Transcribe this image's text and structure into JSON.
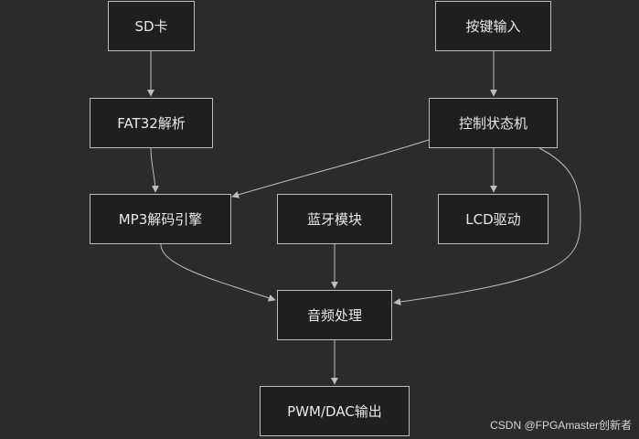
{
  "nodes": {
    "sd": "SD卡",
    "key": "按键输入",
    "fat": "FAT32解析",
    "ctrl": "控制状态机",
    "mp3": "MP3解码引擎",
    "bt": "蓝牙模块",
    "lcd": "LCD驱动",
    "audio": "音频处理",
    "out": "PWM/DAC输出"
  },
  "watermark": "CSDN @FPGAmaster创新者",
  "colors": {
    "background": "#2b2b2b",
    "node_fill": "#1f1f1f",
    "node_border": "#bdbdbd",
    "text": "#e8e8e8",
    "edge": "#bdbdbd"
  }
}
